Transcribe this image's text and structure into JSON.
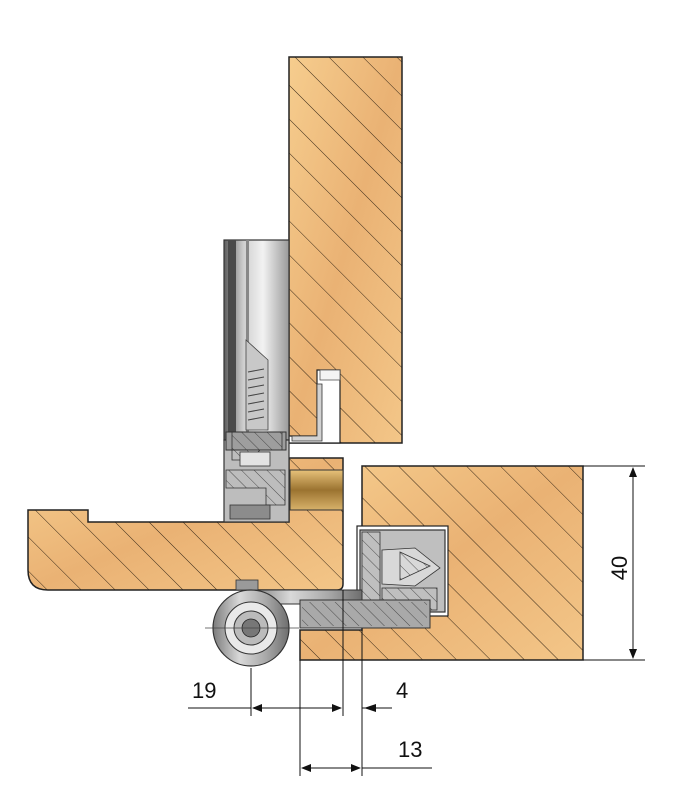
{
  "dimensions": {
    "frame_thickness": "40",
    "hinge_offset": "19",
    "gap": "4",
    "reveal": "13"
  }
}
